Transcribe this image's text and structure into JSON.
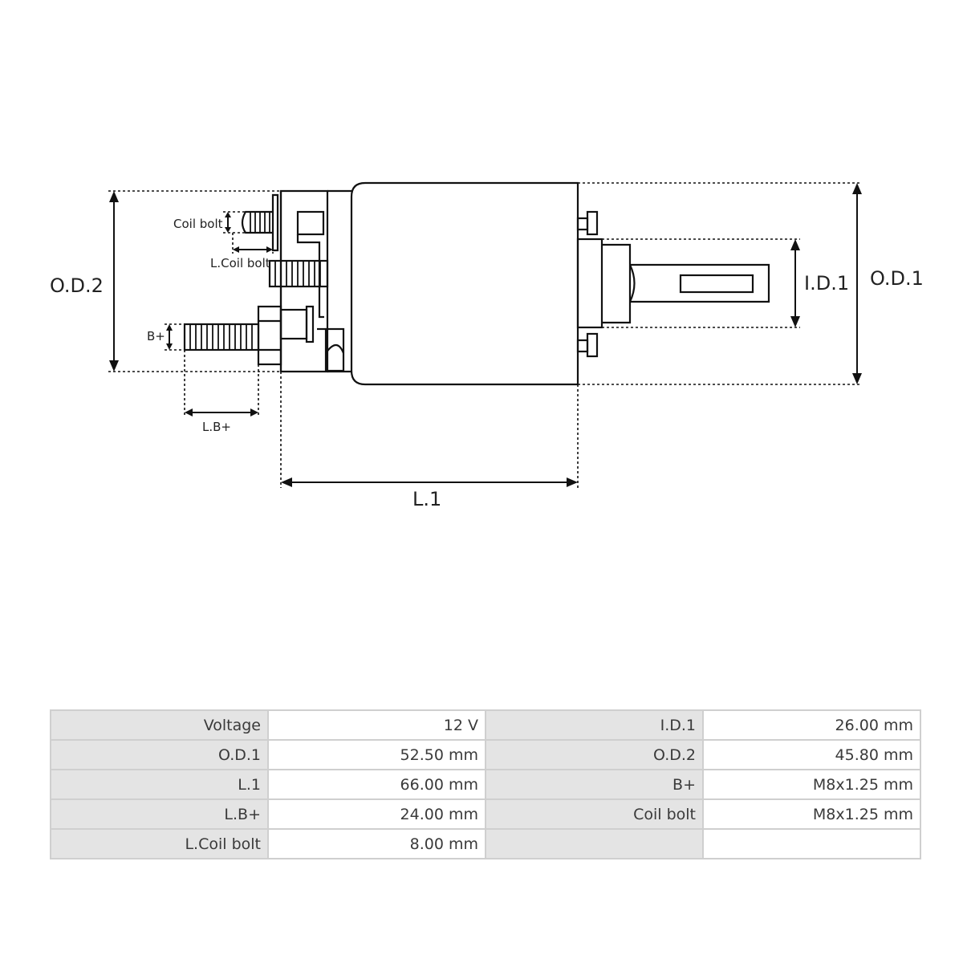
{
  "diagram": {
    "labels": {
      "od2": "O.D.2",
      "od1": "O.D.1",
      "id1": "I.D.1",
      "l1": "L.1",
      "lbplus": "L.B+",
      "bplus": "B+",
      "coil_bolt": "Coil bolt",
      "l_coil_bolt": "L.Coil bolt"
    }
  },
  "specs": {
    "rows": [
      [
        {
          "k": "Voltage",
          "v": "12 V"
        },
        {
          "k": "I.D.1",
          "v": "26.00 mm"
        }
      ],
      [
        {
          "k": "O.D.1",
          "v": "52.50 mm"
        },
        {
          "k": "O.D.2",
          "v": "45.80 mm"
        }
      ],
      [
        {
          "k": "L.1",
          "v": "66.00 mm"
        },
        {
          "k": "B+",
          "v": "M8x1.25 mm"
        }
      ],
      [
        {
          "k": "L.B+",
          "v": "24.00 mm"
        },
        {
          "k": "Coil bolt",
          "v": "M8x1.25 mm"
        }
      ],
      [
        {
          "k": "L.Coil bolt",
          "v": "8.00 mm"
        },
        {
          "k": "",
          "v": ""
        }
      ]
    ]
  }
}
